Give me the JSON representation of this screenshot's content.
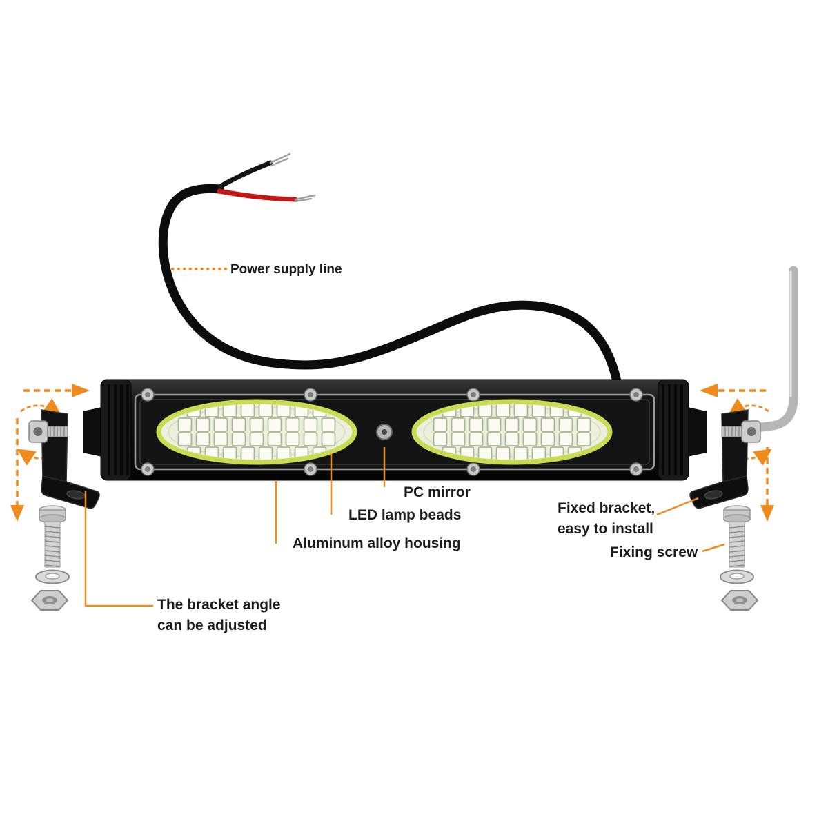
{
  "colors": {
    "accent": "#ef8a1d",
    "wire_red": "#c31616",
    "led_rim": "#c9db55",
    "housing_black": "#141414"
  },
  "labels": {
    "power_supply_line": "Power supply line",
    "pc_mirror": "PC mirror",
    "led_lamp_beads": "LED lamp beads",
    "aluminum_alloy_housing": "Aluminum alloy housing",
    "fixed_bracket": "Fixed bracket,\neasy to install",
    "fixing_screw": "Fixing screw",
    "bracket_angle": "The bracket angle\ncan be adjusted"
  }
}
